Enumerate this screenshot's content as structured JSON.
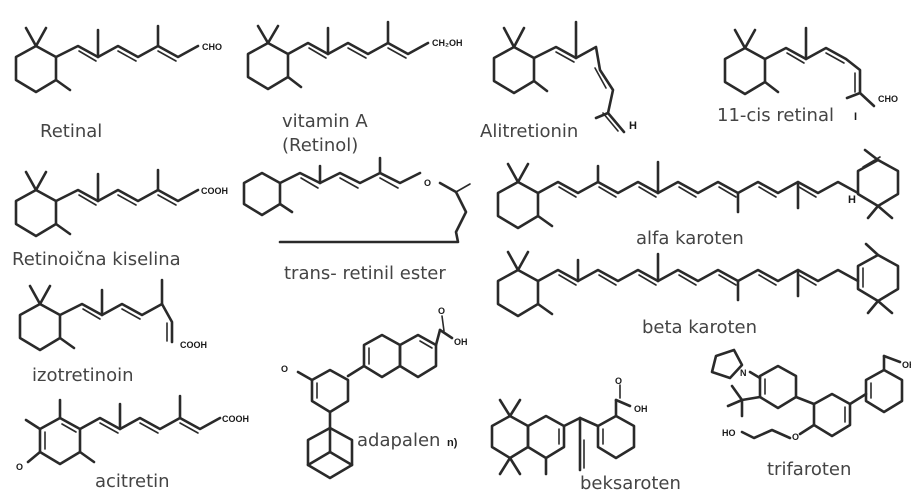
{
  "molecules": [
    {
      "name": "Retinal",
      "group": "CHO"
    },
    {
      "name": "vitamin A",
      "name2": "(Retinol)",
      "group": "CH₂OH"
    },
    {
      "name": "Alitretionin",
      "mark": "H"
    },
    {
      "name": "11-cis retinal",
      "mark": "I",
      "group": "CHO"
    },
    {
      "name": "Retinoična kiselina",
      "group": "COOH"
    },
    {
      "name": "trans- retinil ester",
      "group": "O"
    },
    {
      "name": "alfa karoten",
      "mark": "H"
    },
    {
      "name": "beta karoten"
    },
    {
      "name": "izotretinoin",
      "group": "COOH"
    },
    {
      "name": "adapalen",
      "group": "OH",
      "group2": "O",
      "mark": "n)"
    },
    {
      "name": "beksaroten",
      "group": "OH",
      "group2": "O"
    },
    {
      "name": "trifaroten",
      "group": "OH",
      "group2": "N",
      "group3": "HO",
      "group4": "O"
    },
    {
      "name": "acitretin",
      "group": "COOH",
      "group2": "O"
    }
  ]
}
